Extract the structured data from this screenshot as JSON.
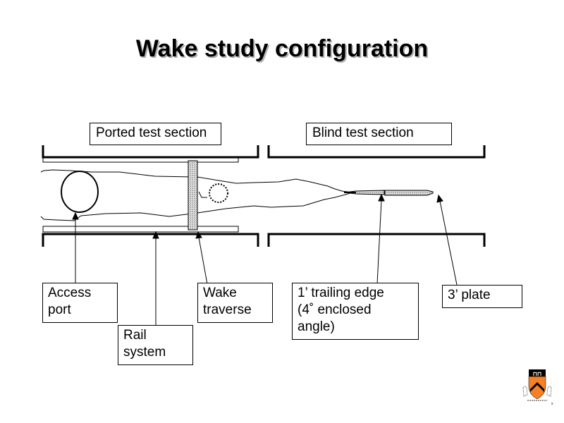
{
  "slide": {
    "title": "Wake study configuration"
  },
  "section_labels": {
    "ported": "Ported test section",
    "blind": "Blind test section"
  },
  "callouts": {
    "access_port": "Access\nport",
    "rail_system": "Rail\nsystem",
    "wake_traverse": "Wake\ntraverse",
    "trailing_edge": "1’ trailing  edge\n(4˚ enclosed\nangle)",
    "plate": "3’ plate"
  },
  "logo": {
    "icon": "princeton-shield-icon",
    "colors": {
      "shield_top": "#000000",
      "shield_body": "#f58025"
    }
  },
  "colors": {
    "line": "#000000",
    "hatch_fill": "#c8c8c8",
    "title_shadow": "#b0b0b0"
  }
}
